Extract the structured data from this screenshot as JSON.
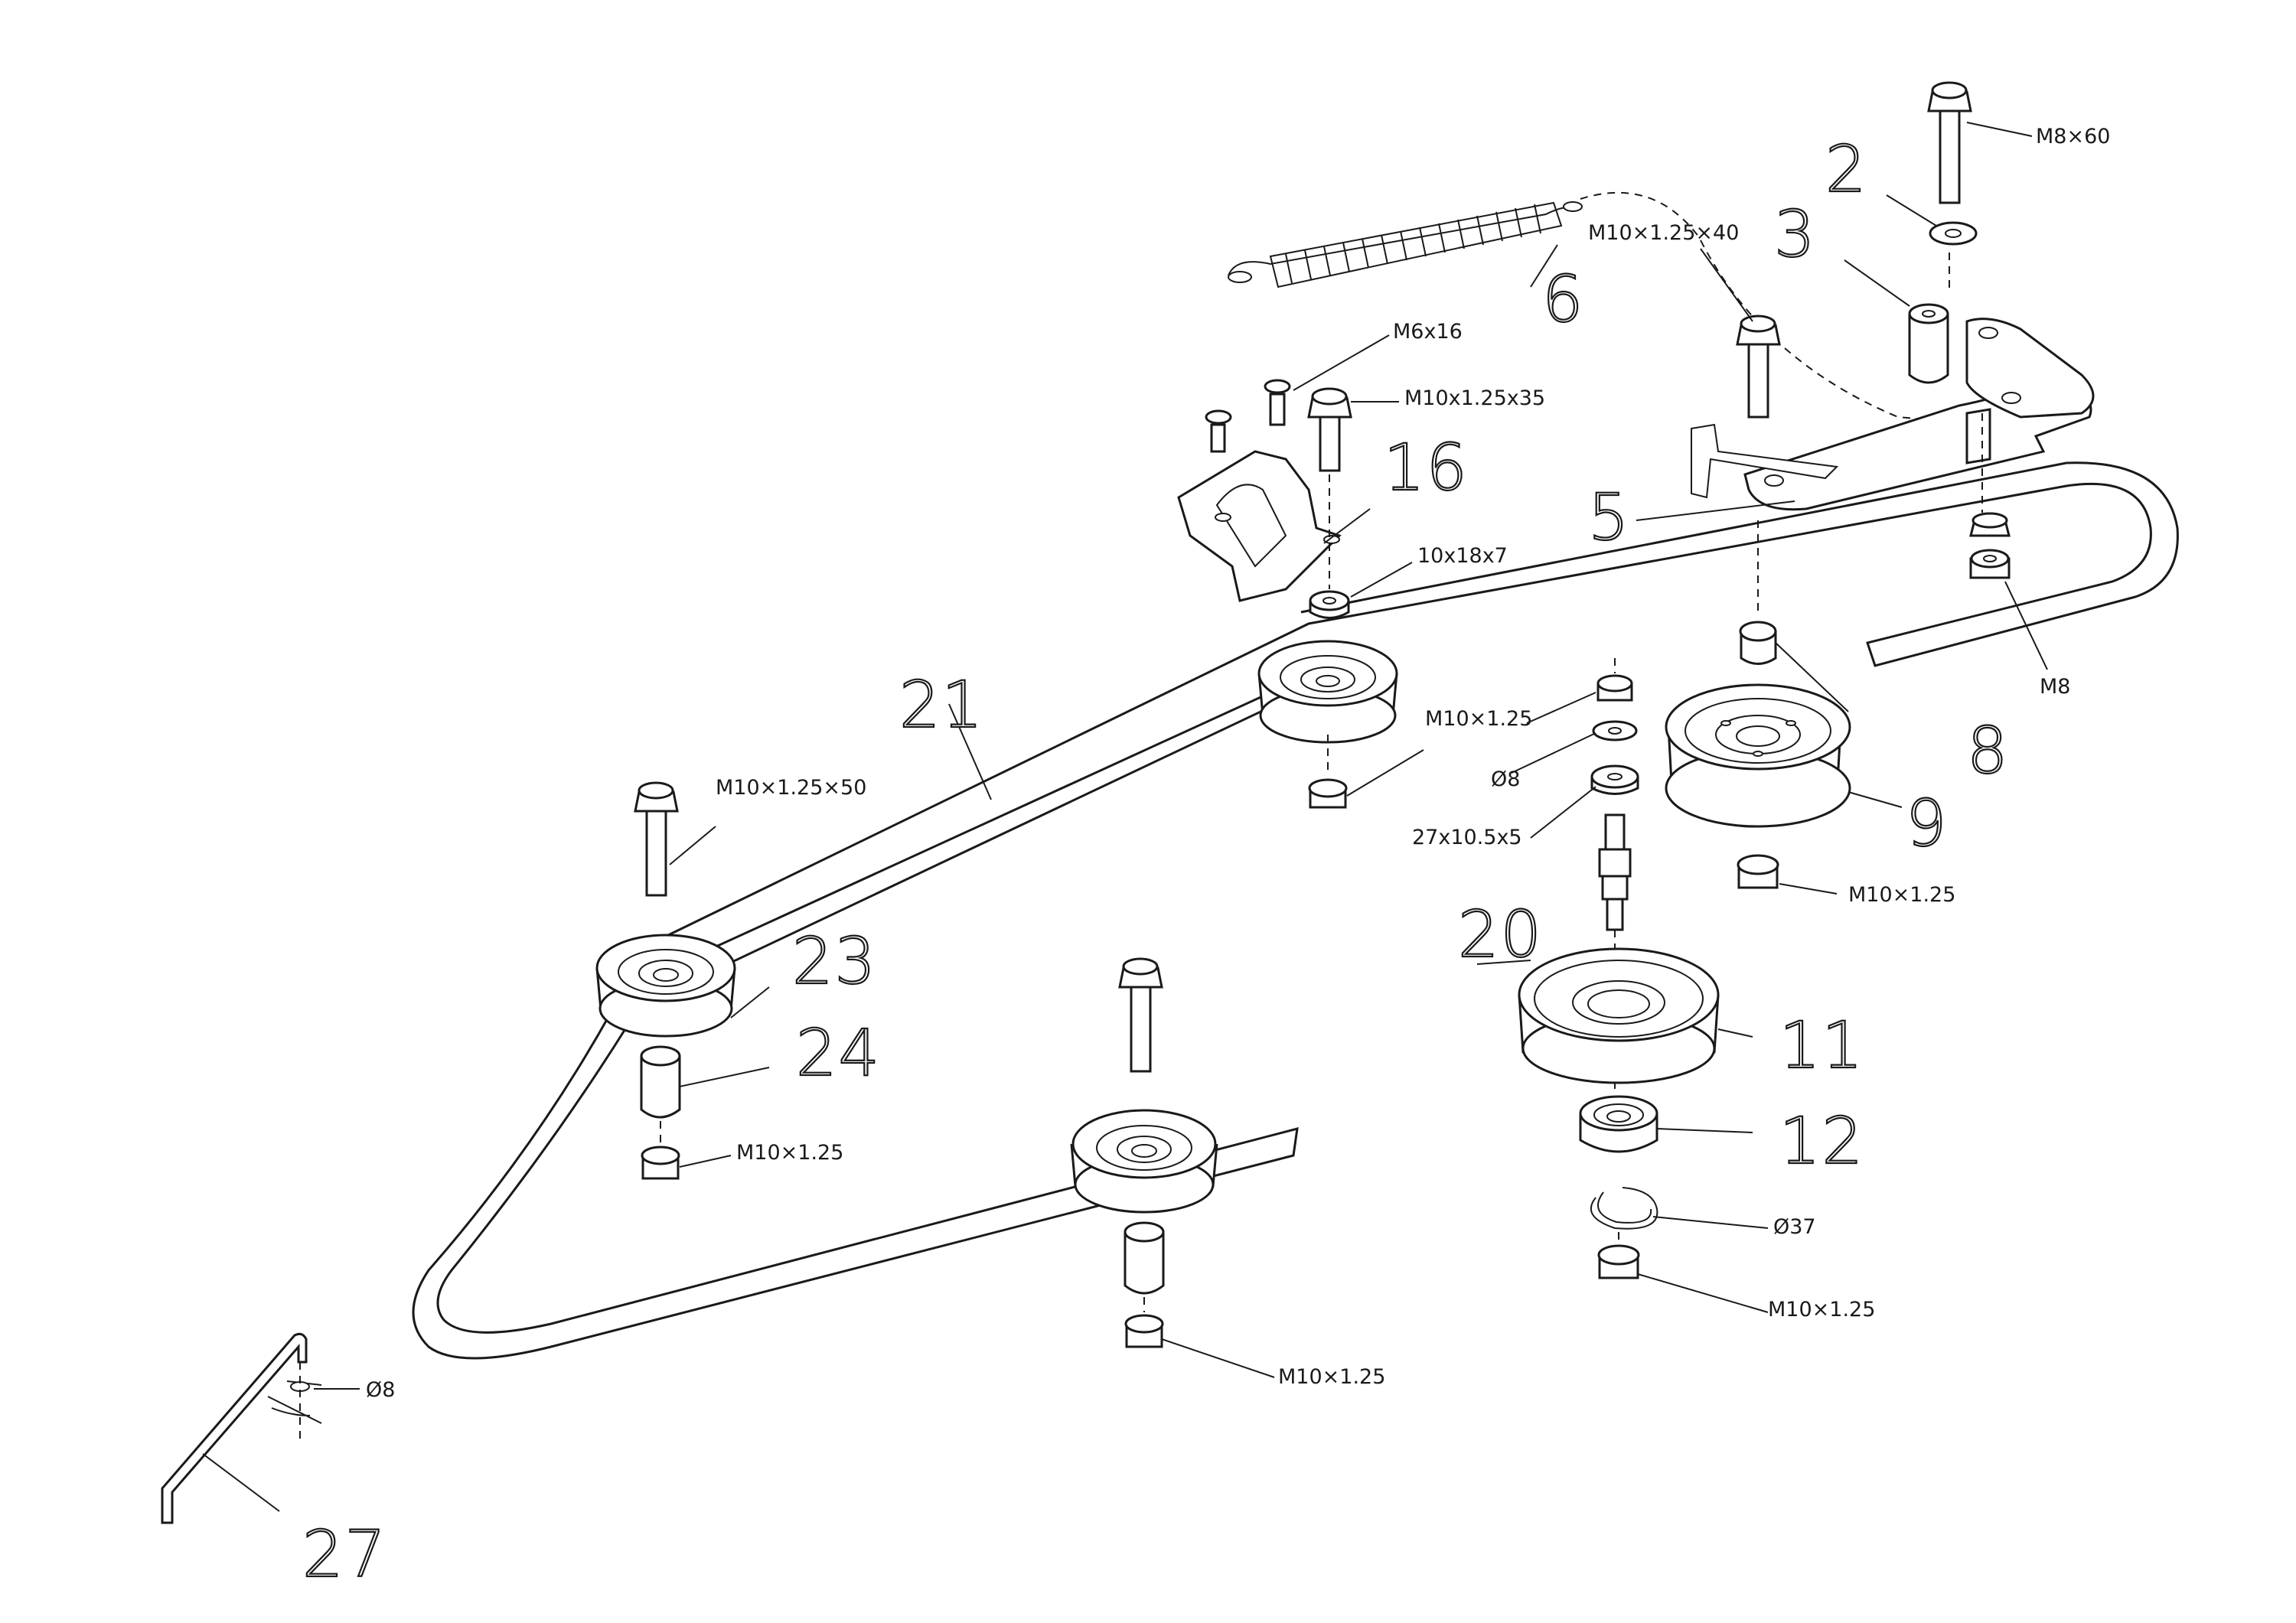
{
  "callouts": {
    "n2": "2",
    "n3": "3",
    "n5": "5",
    "n6": "6",
    "n8": "8",
    "n9": "9",
    "n11": "11",
    "n12": "12",
    "n16": "16",
    "n20": "20",
    "n21": "21",
    "n23": "23",
    "n24": "24",
    "n27": "27"
  },
  "labels": {
    "m8x60": "M8×60",
    "m10x125x40": "M10×1.25×40",
    "m6x16": "M6x16",
    "m10x125x35": "M10x1.25x35",
    "w10x18x7": "10x18x7",
    "m8": "M8",
    "m10x125_center": "M10×1.25",
    "d8_center": "Ø8",
    "w27x105x5": "27x10.5x5",
    "m10x125_pulley9": "M10×1.25",
    "m10x125x50": "M10×1.25×50",
    "m10x125_left": "M10×1.25",
    "d37": "Ø37",
    "m10x125_bottom_right": "M10×1.25",
    "m10x125_bottom": "M10×1.25",
    "d8_left": "Ø8"
  }
}
